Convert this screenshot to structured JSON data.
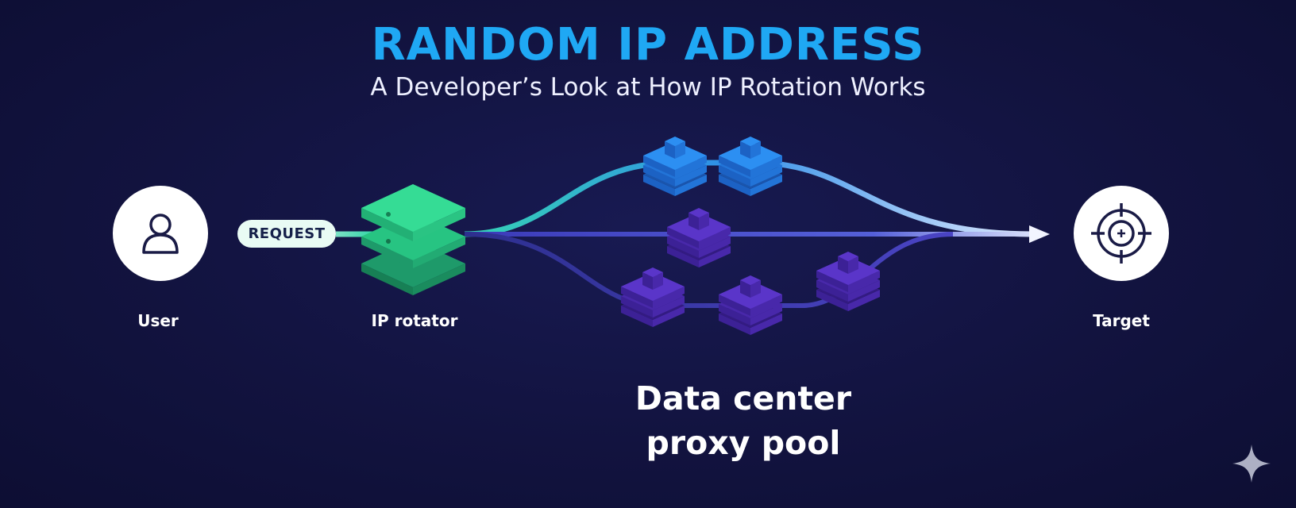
{
  "header": {
    "title": "RANDOM IP ADDRESS",
    "subtitle": "A Developer’s Look at How IP Rotation Works"
  },
  "nodes": {
    "user": {
      "label": "User",
      "icon": "user-icon"
    },
    "rotator": {
      "label": "IP rotator",
      "icon": "server-stack-icon"
    },
    "target": {
      "label": "Target",
      "icon": "crosshair-icon"
    }
  },
  "request_pill": {
    "label": "REQUEST"
  },
  "proxy_pool": {
    "line1": "Data center",
    "line2": "proxy pool",
    "icon": "server-stack-icon"
  },
  "colors": {
    "title": "#1fa8f4",
    "background": "#12133f",
    "rotator": "#2fd08d",
    "proxy_top": "#2a86f0",
    "proxy_middle": "#5530c2"
  },
  "decor": {
    "corner_icon": "sparkle-icon"
  }
}
